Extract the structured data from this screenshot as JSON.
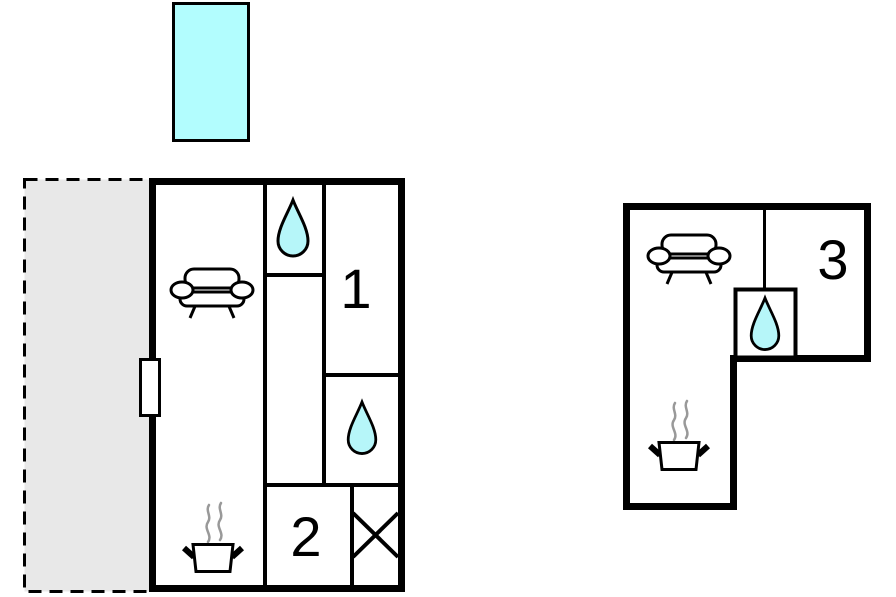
{
  "plan": {
    "kind": "floor-plan",
    "rooms": {
      "room1_label": "1",
      "room2_label": "2",
      "room3_label": "3"
    },
    "colors": {
      "pool_fill": "#b2fdfe",
      "water_drop_fill": "#b6f6f9",
      "terrace_fill": "#e8e8e8",
      "wall": "#000000",
      "steam": "#999999"
    },
    "icons": {
      "pool": "pool-rect",
      "terrace": "dashed-terrace",
      "sofa": "sofa-icon",
      "water_drop": "water-drop-icon",
      "stove": "stove-pot-icon",
      "cross_box": "crossed-box-icon",
      "door": "door-marker"
    }
  }
}
